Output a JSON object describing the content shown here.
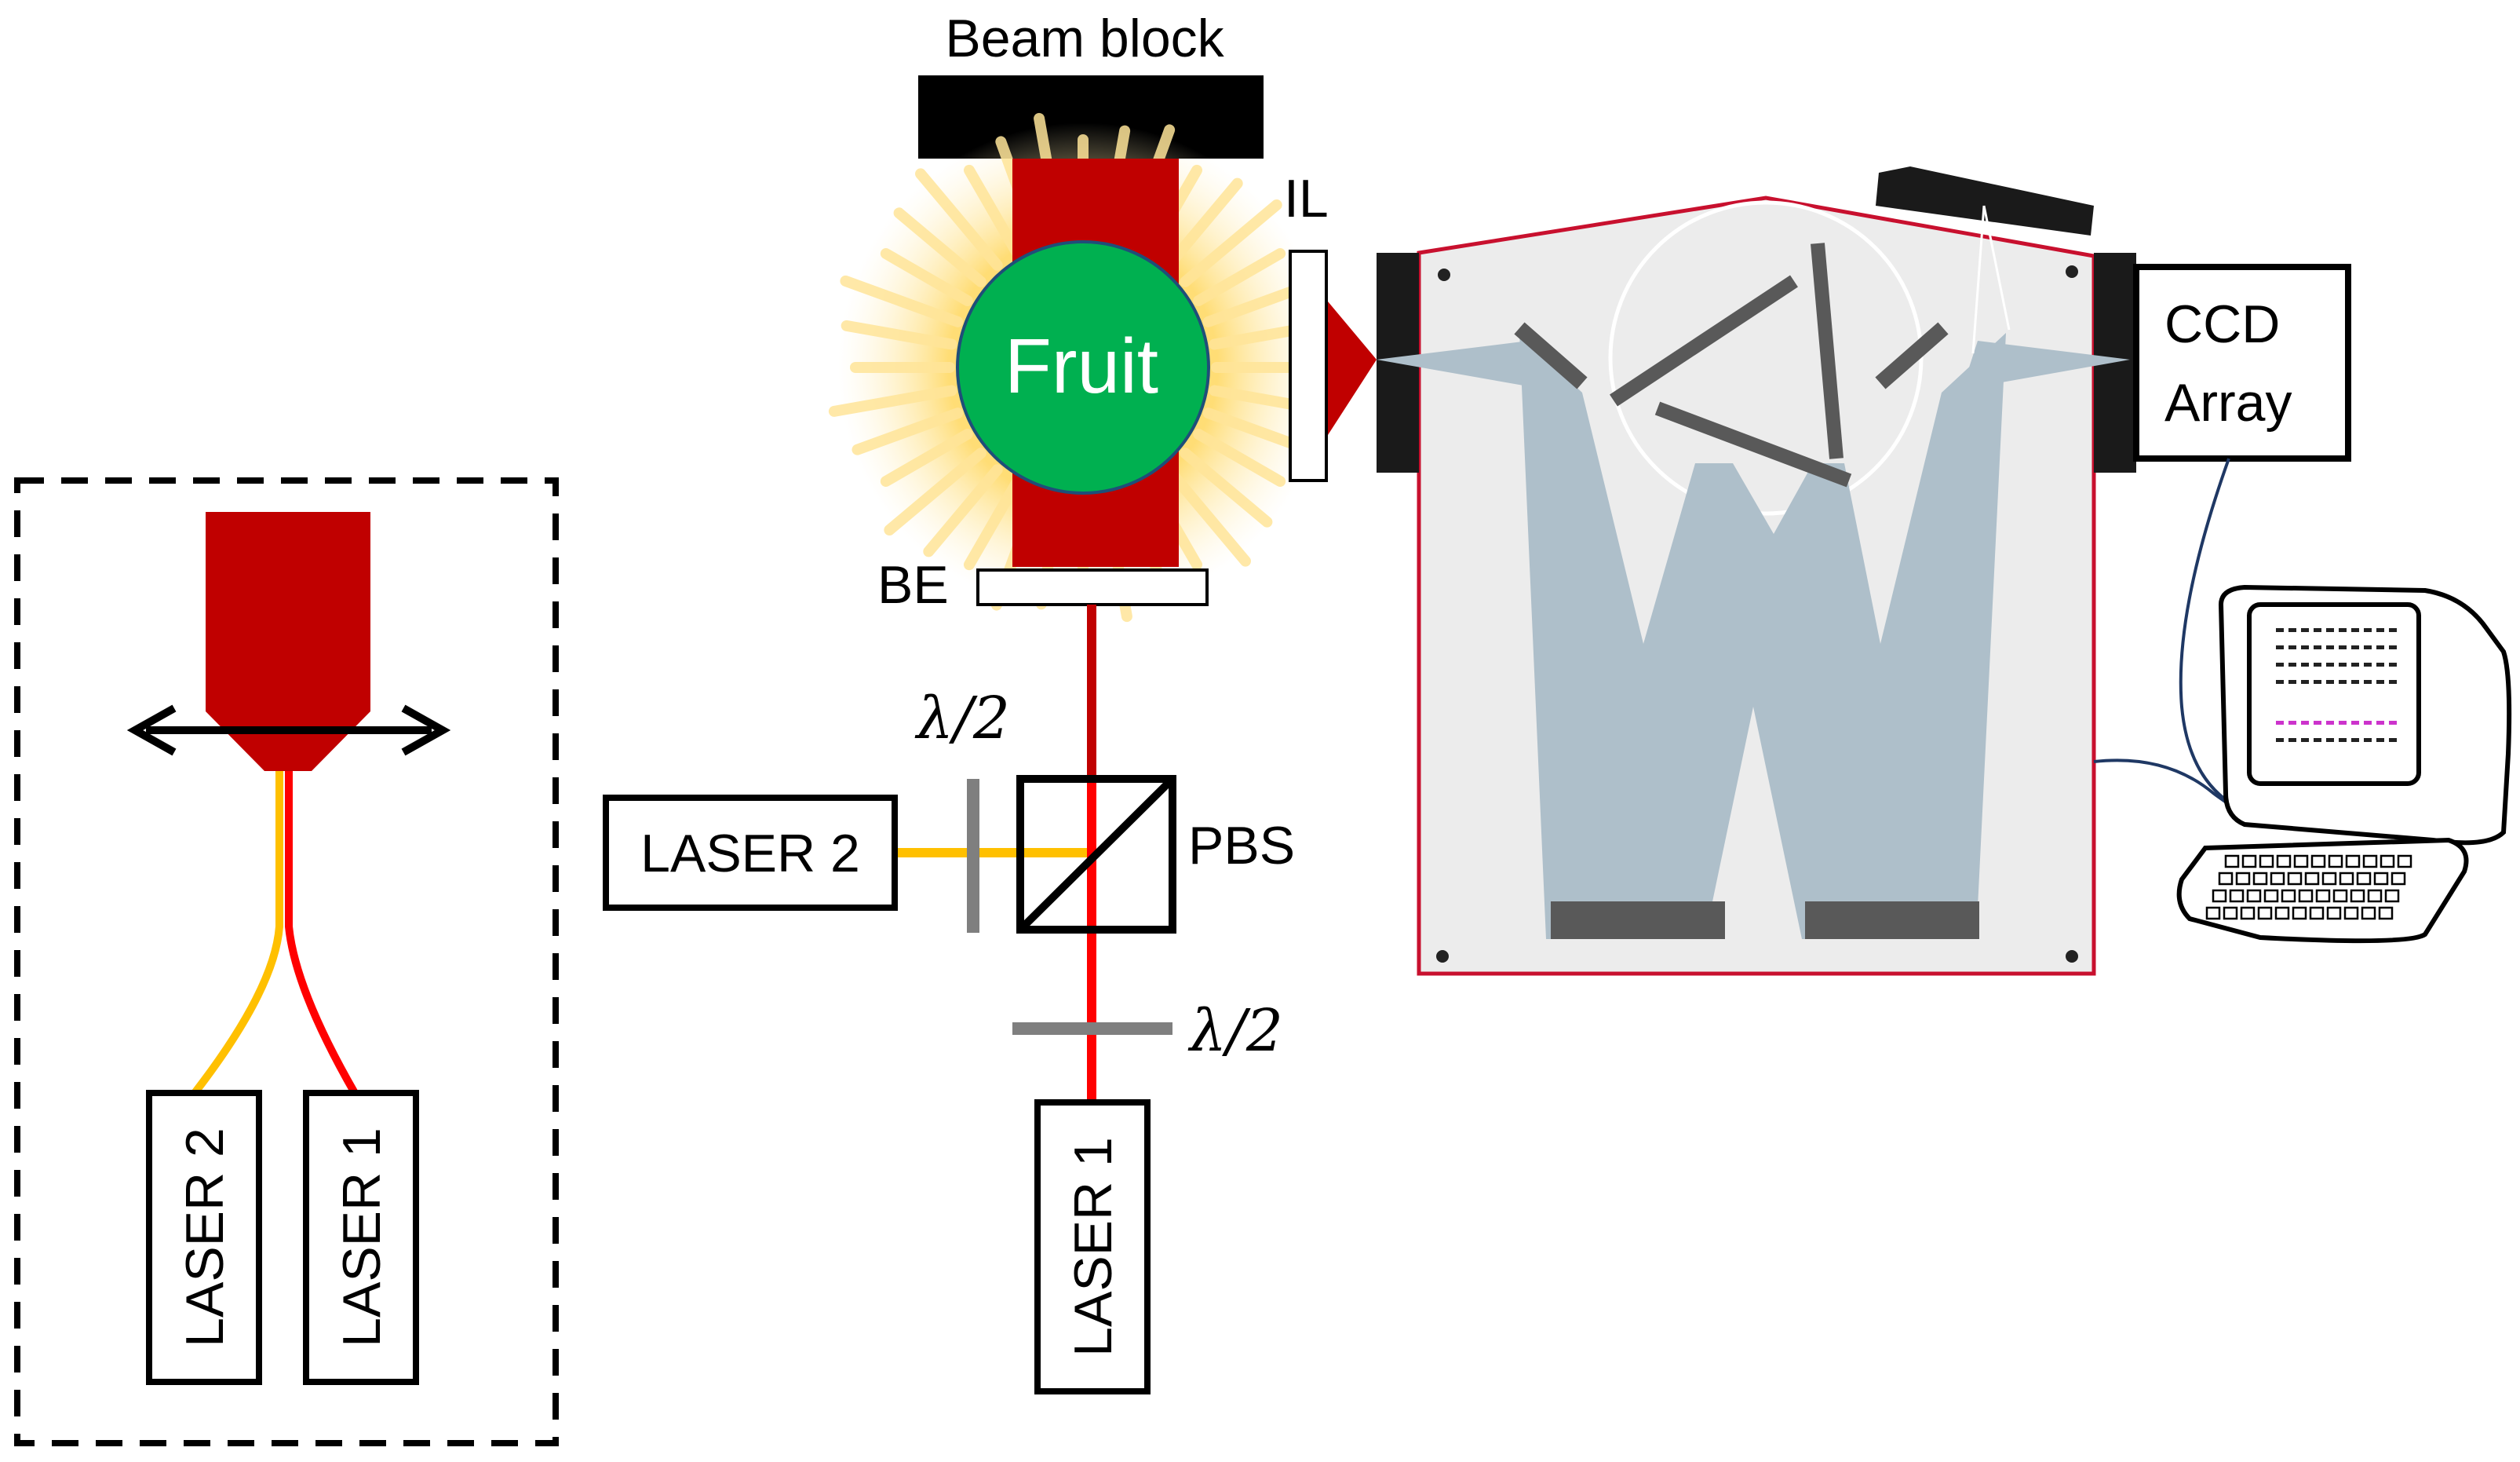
{
  "labels": {
    "beam_block": "Beam block",
    "fruit": "Fruit",
    "il": "IL",
    "be": "BE",
    "ccd": [
      "CCD",
      "Array"
    ],
    "laser1": "LASER 1",
    "laser2": "LASER 2",
    "pbs": "PBS",
    "half_wave": "λ/2"
  },
  "inset": {
    "laser1": "LASER 1",
    "laser2": "LASER 2"
  },
  "colors": {
    "beam_red": "#c00000",
    "beam_bright_red": "#ff0000",
    "beam_yellow": "#ffc000",
    "fruit_green": "#00b050",
    "glow": "#ffd966",
    "spectrometer_border": "#c8102e",
    "spectrometer_fill": "#ececec",
    "light_path": "#aebfca",
    "optic_gray": "#595959"
  }
}
